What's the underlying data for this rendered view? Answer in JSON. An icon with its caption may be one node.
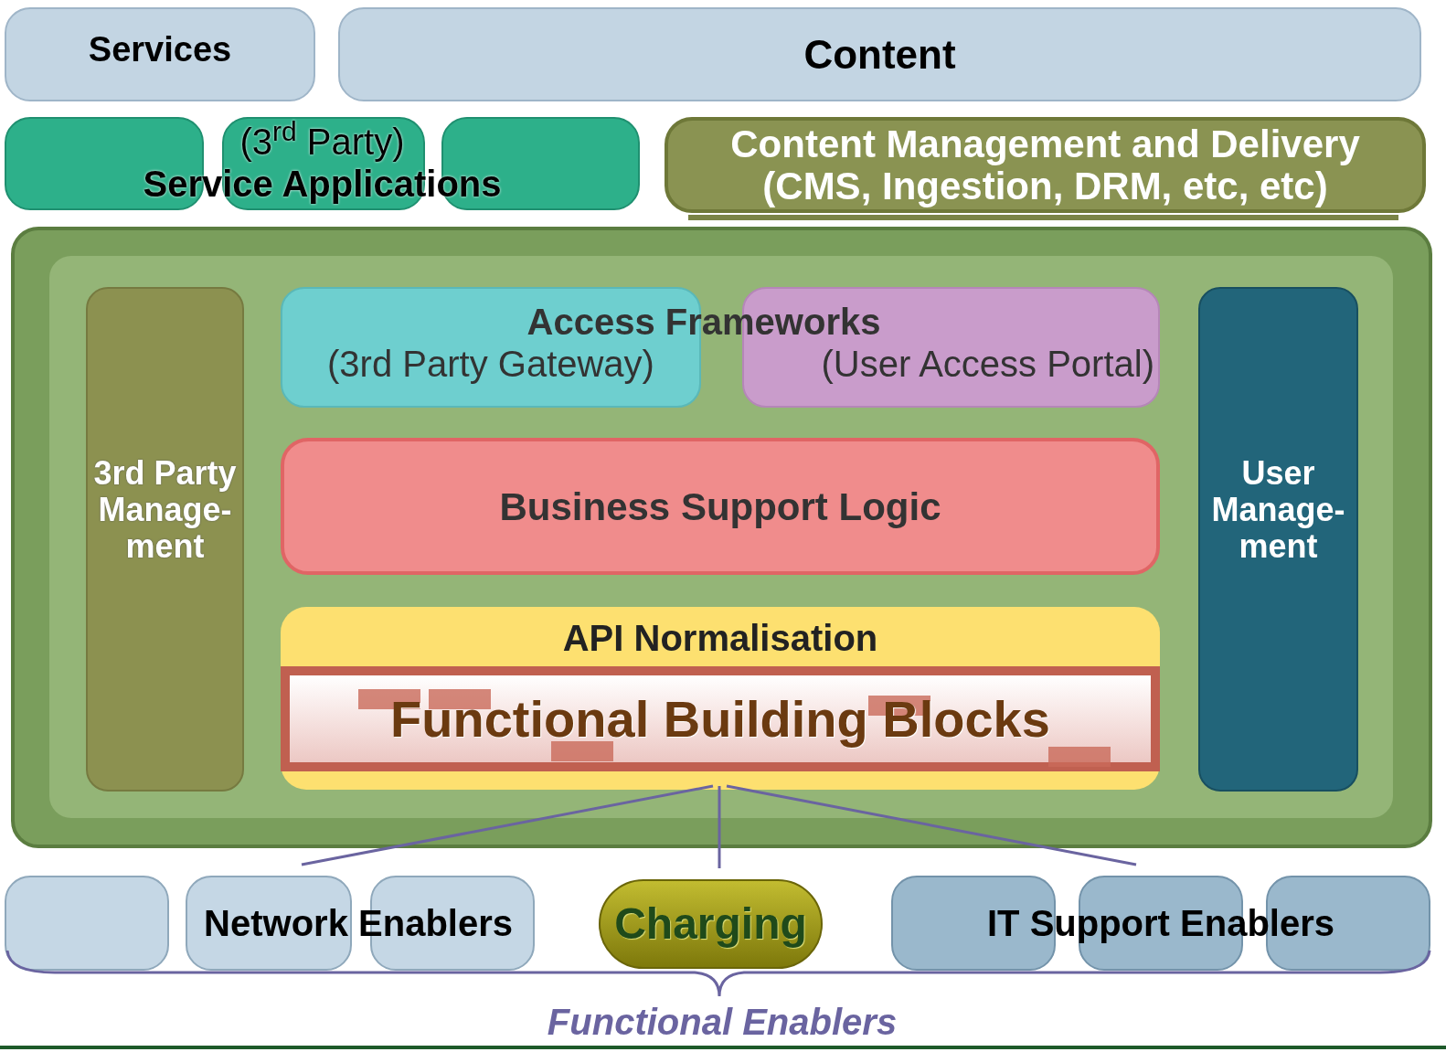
{
  "diagram": {
    "nodes": [
      {
        "text": [
          "Services"
        ]
      },
      {
        "text": [
          "Content"
        ]
      },
      {
        "text": [
          "(3$^{rd}$ Party)",
          "Service Applications"
        ]
      },
      {
        "text": [
          "Content Management and Delivery",
          "(CMS, Ingestion, DRM, etc, etc)"
        ]
      },
      {
        "text": [],
        "shape": "box"
      },
      {
        "text": [
          "3rd Party Manage- ment"
        ],
        "in": 4
      },
      {
        "text": [
          "(3rd Party Gateway)"
        ],
        "in": 4
      },
      {
        "text": [
          "(User Access Portal)"
        ],
        "in": 4
      },
      {
        "text": [
          "Business Support Logic"
        ],
        "in": 4
      },
      {
        "text": [
          "API Normalisation"
        ],
        "in": 4
      },
      {
        "text": [
          "Functional Building Blocks"
        ],
        "in": 9
      },
      {
        "text": [
          "User Manage- ment"
        ],
        "in": 4
      },
      {
        "text": [
          "Network Enablers"
        ]
      },
      {
        "text": [
          "Charging"
        ]
      },
      {
        "text": [
          "IT Support Enablers"
        ]
      }
    ],
    "edges": [
      {
        "from": 9,
        "to": 12,
        "arrow": "none"
      },
      {
        "from": 9,
        "to": 13,
        "arrow": "none"
      },
      {
        "from": 9,
        "to": 14,
        "arrow": "none"
      }
    ],
    "labels": [
      "Access Frameworks",
      "Functional Enablers"
    ]
  }
}
